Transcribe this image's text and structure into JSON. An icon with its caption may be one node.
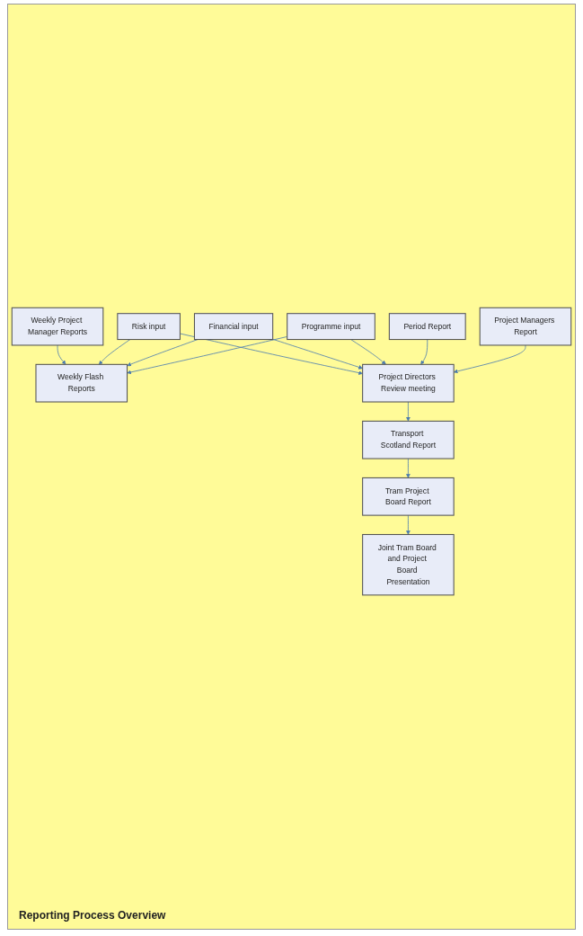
{
  "diagram": {
    "caption": "Reporting Process Overview",
    "nodes": [
      {
        "text": [
          "Weekly Project Manager Reports"
        ]
      },
      {
        "text": [
          "Risk input"
        ]
      },
      {
        "text": [
          "Weekly Flash Reports"
        ]
      },
      {
        "text": [
          "Period Report"
        ]
      },
      {
        "text": [
          "Financial input"
        ]
      },
      {
        "text": [
          "Project Directors Review meeting"
        ]
      },
      {
        "text": [
          "Project Managers Report"
        ]
      },
      {
        "text": [
          "Programme input"
        ]
      },
      {
        "text": [
          "Transport Scotland Report"
        ]
      },
      {
        "text": [
          "Tram Project Board Report"
        ]
      },
      {
        "text": [
          "Joint Tram Board and Project Board Presentation"
        ]
      }
    ],
    "edges": [
      {
        "from": 0,
        "to": 2,
        "arrow": "to"
      },
      {
        "from": 1,
        "to": 2,
        "arrow": "to"
      },
      {
        "from": 4,
        "to": 2,
        "arrow": "to"
      },
      {
        "from": 7,
        "to": 2,
        "arrow": "to"
      },
      {
        "from": 1,
        "to": 5,
        "arrow": "to"
      },
      {
        "from": 4,
        "to": 5,
        "arrow": "to"
      },
      {
        "from": 7,
        "to": 5,
        "arrow": "to"
      },
      {
        "from": 3,
        "to": 5,
        "arrow": "to"
      },
      {
        "from": 6,
        "to": 5,
        "arrow": "to"
      },
      {
        "from": 5,
        "to": 8,
        "arrow": "to"
      },
      {
        "from": 8,
        "to": 9,
        "arrow": "to"
      },
      {
        "from": 9,
        "to": 10,
        "arrow": "to"
      }
    ]
  }
}
